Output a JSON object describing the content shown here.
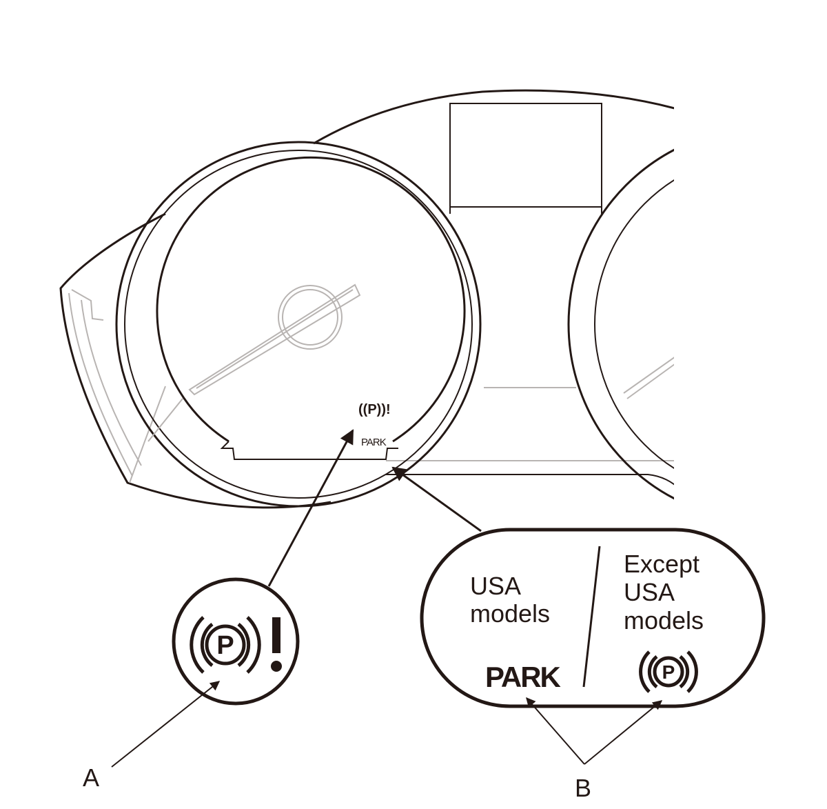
{
  "callout_a": {
    "label": "A",
    "icon": "brake-system-warning-icon"
  },
  "callout_b": {
    "label": "B",
    "left": {
      "line1": "USA",
      "line2": "models",
      "indicator": "PARK"
    },
    "right": {
      "line1": "Except",
      "line2": "USA",
      "line3": "models",
      "icon": "parking-brake-p-icon"
    }
  },
  "gauge": {
    "small_indicator_text": "PARK"
  },
  "colors": {
    "ink": "#231815",
    "paper": "#ffffff"
  }
}
